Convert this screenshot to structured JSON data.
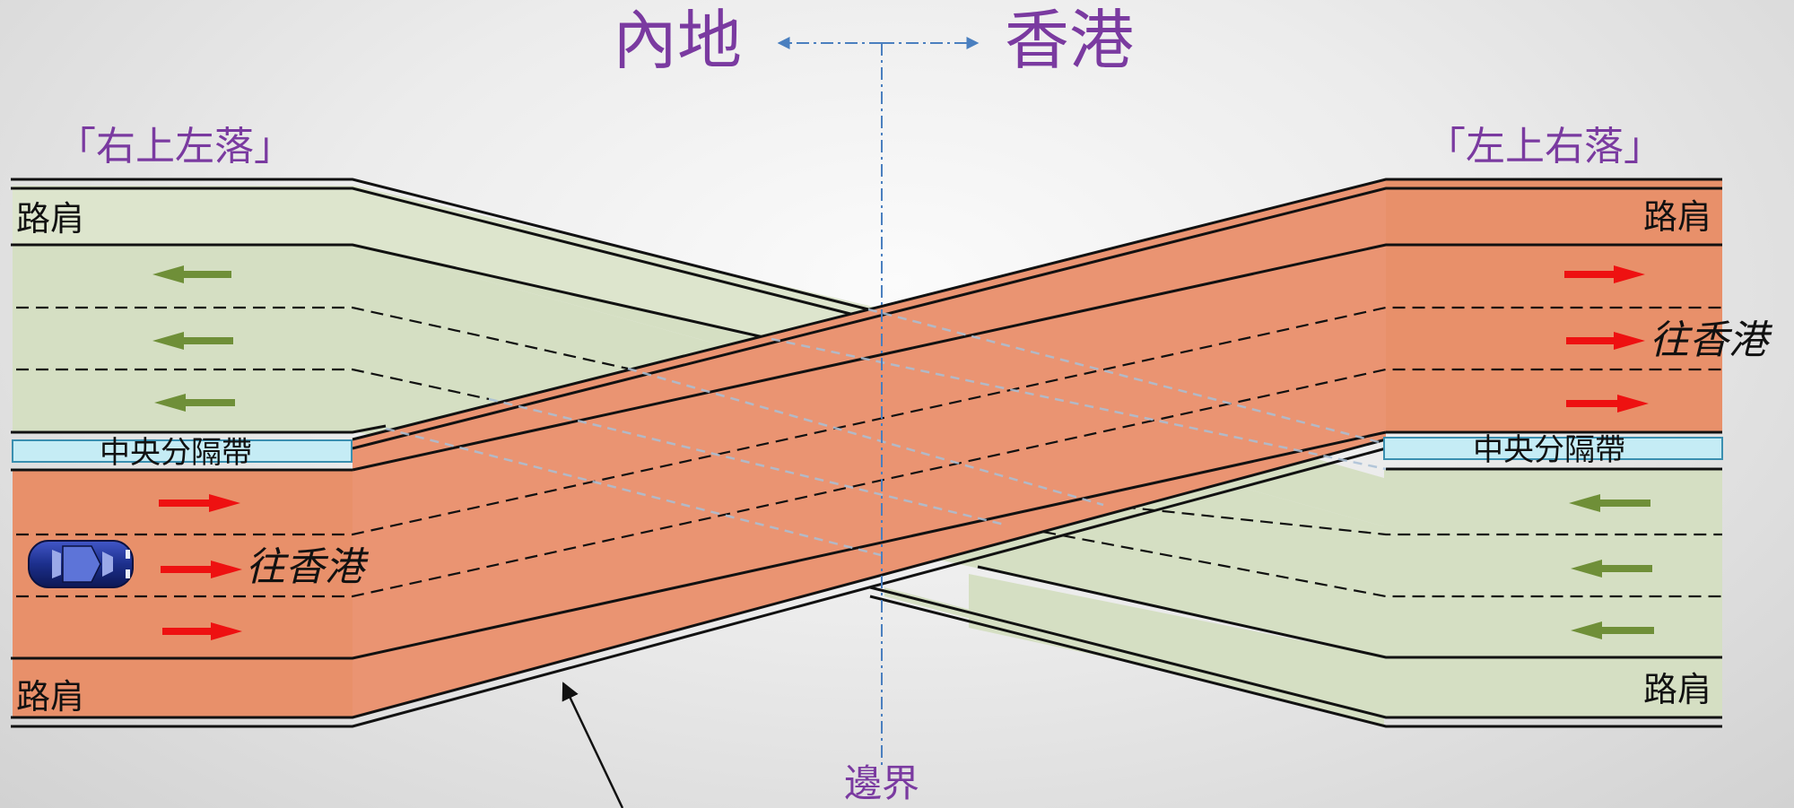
{
  "header": {
    "left_region": "內地",
    "right_region": "香港"
  },
  "left_section": {
    "rule_label": "「右上左落」",
    "shoulder_top": "路肩",
    "shoulder_bottom": "路肩",
    "median": "中央分隔帶",
    "direction": "往香港"
  },
  "right_section": {
    "rule_label": "「左上右落」",
    "shoulder_top": "路肩",
    "shoulder_bottom": "路肩",
    "median": "中央分隔帶",
    "direction": "往香港"
  },
  "boundary_label": "邊界",
  "colors": {
    "green_carriageway": "#d5dfc3",
    "orange_carriageway": "#e8906a",
    "median_fill": "#c5ecf5",
    "label_purple": "#7a3aa0",
    "arrow_red": "#ee1111",
    "arrow_green": "#6f8f38",
    "boundary_line": "#4a7fbf",
    "car": "#1c2f8c"
  },
  "icons": [
    "car-icon",
    "right-arrow-icon",
    "left-arrow-icon",
    "pointer-arrow-icon"
  ]
}
